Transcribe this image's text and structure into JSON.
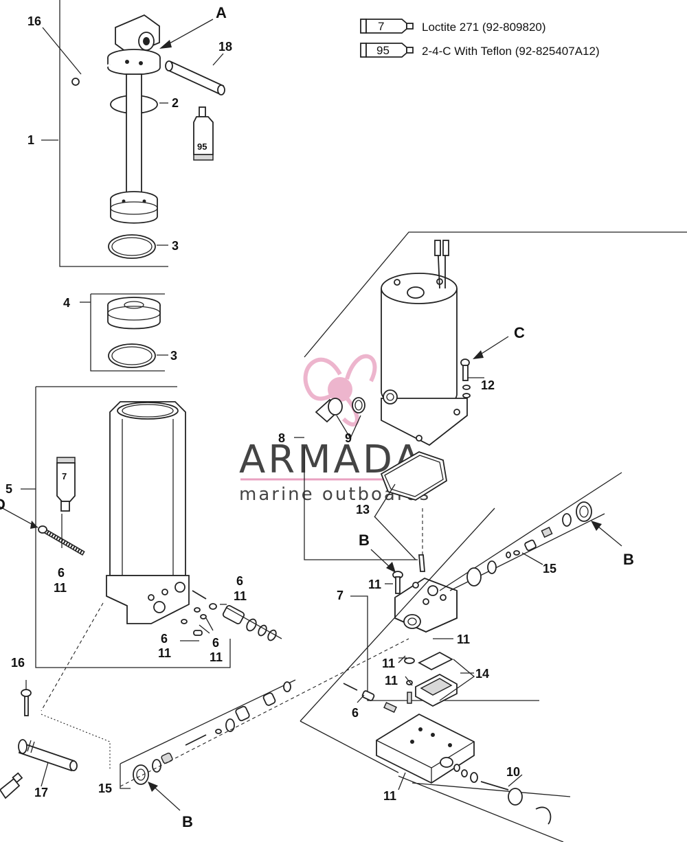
{
  "legend": [
    {
      "tube": "7",
      "text": "Loctite 271 (92-809820)"
    },
    {
      "tube": "95",
      "text": "2-4-C  With Teflon (92-825407A12)"
    }
  ],
  "callouts": {
    "a": "A",
    "b_top": "B",
    "b_right": "B",
    "b_bottom": "B",
    "c": "C",
    "d_partial": "D"
  },
  "tube_labels": {
    "t95": "95",
    "t7": "7"
  },
  "numbers": {
    "n16_top": "16",
    "n18": "18",
    "n2": "2",
    "n1": "1",
    "n3_a": "3",
    "n4": "4",
    "n3_b": "3",
    "n5": "5",
    "n6_left": "6",
    "n11_left": "11",
    "n6_mid": "6",
    "n11_mid": "11",
    "n6_low": "6",
    "n11_low": "11",
    "n6_low2": "6",
    "n11_low2": "11",
    "n16_low": "16",
    "n17": "17",
    "n15_left": "15",
    "n8": "8",
    "n9": "9",
    "n12": "12",
    "n13": "13",
    "n15_right": "15",
    "n7": "7",
    "n11_r1": "11",
    "n11_r2": "11",
    "n11_r3": "11",
    "n11_r4": "11",
    "n14": "14",
    "n6_r": "6",
    "n10": "10",
    "n11_base": "11"
  },
  "watermark": {
    "brand": "ARMADA",
    "tagline": "marine outboards"
  }
}
